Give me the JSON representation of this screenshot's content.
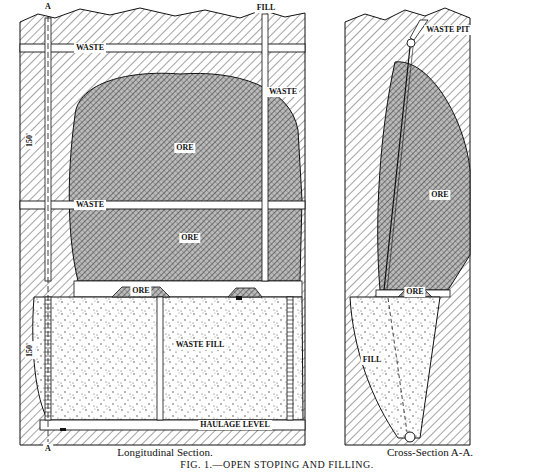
{
  "diagram": {
    "caption": "FIG. 1.—OPEN STOPING AND FILLING.",
    "labels": [
      "A",
      "FILL",
      "WASTE",
      "WASTE",
      "150'",
      "ORE",
      "WASTE",
      "ORE",
      "ORE",
      "150'",
      "WASTE FILL",
      "HAULAGE LEVEL",
      "A",
      "WASTE PIT",
      "ORE",
      "ORE",
      "FILL",
      "Longitudinal Section.",
      "Cross-Section A-A."
    ]
  }
}
